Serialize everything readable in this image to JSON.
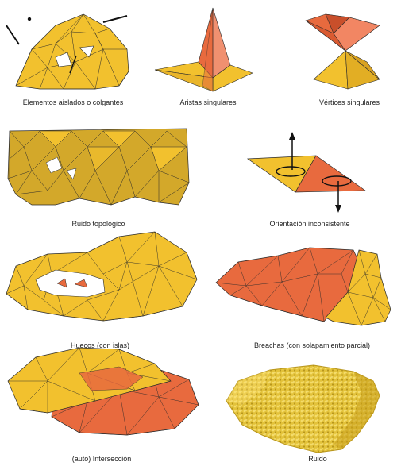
{
  "colors": {
    "yellow": "#F2C12E",
    "yellow_dark": "#C9A11E",
    "orange": "#E86A3E",
    "orange_dark": "#C94F2B",
    "edge": "#2a2a2a"
  },
  "panels": [
    {
      "id": "isolated",
      "caption": "Elementos aislados o colgantes"
    },
    {
      "id": "edges",
      "caption": "Aristas singulares"
    },
    {
      "id": "vertices",
      "caption": "Vértices singulares"
    },
    {
      "id": "topo-noise",
      "caption": "Ruido topológico"
    },
    {
      "id": "orientation",
      "caption": "Orientación inconsistente"
    },
    {
      "id": "holes",
      "caption": "Huecos (con islas)"
    },
    {
      "id": "gaps",
      "caption": "Breachas (con solapamiento parcial)"
    },
    {
      "id": "intersection",
      "caption": "(auto) Intersección"
    },
    {
      "id": "noise",
      "caption": "Ruido"
    }
  ]
}
